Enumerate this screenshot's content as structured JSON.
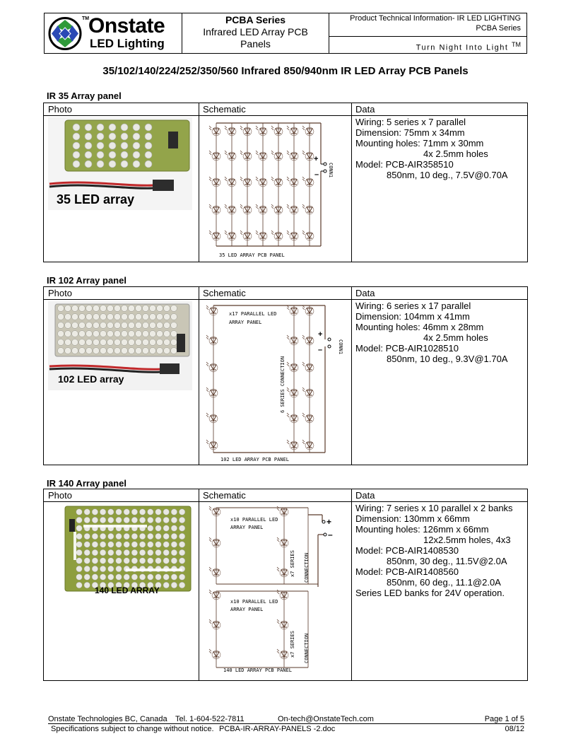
{
  "header": {
    "brand_name": "Onstate",
    "brand_sub": "LED Lighting",
    "tm": "TM",
    "series_title": "PCBA Series",
    "series_sub_1": "Infrared LED Array PCB",
    "series_sub_2": "Panels",
    "info_line_1": "Product Technical Information- IR LED LIGHTING",
    "info_line_2": "PCBA Series",
    "tagline": "Turn Night Into Light",
    "tagline_tm": "TM"
  },
  "main_title": "35/102/140/224/252/350/560 Infrared 850/940nm IR LED Array PCB Panels",
  "columns": {
    "photo": "Photo",
    "schematic": "Schematic",
    "data": "Data"
  },
  "sections": [
    {
      "title": "IR 35 Array panel",
      "photo_label": "35 LED array",
      "schematic_caption": "35 LED ARRAY PCB PANEL",
      "schematic_conn": "CONN1",
      "data": [
        "Wiring: 5 series x 7 parallel",
        "Dimension: 75mm x 34mm",
        "Mounting holes: 71mm x 30mm",
        "4x 2.5mm holes",
        "Model: PCB-AIR358510",
        "850nm, 10 deg., 7.5V@0.70A"
      ]
    },
    {
      "title": "IR 102 Array panel",
      "photo_label": "102 LED array",
      "schematic_caption": "102 LED ARRAY PCB PANEL",
      "schematic_note_1": "x17 PARALLEL LED",
      "schematic_note_2": "ARRAY PANEL",
      "schematic_series": "6 SERIES CONNECTION",
      "schematic_conn": "CONN1",
      "data": [
        "Wiring: 6 series x 17 parallel",
        "Dimension: 104mm x 41mm",
        "Mounting holes: 46mm x 28mm",
        "4x 2.5mm holes",
        "Model: PCB-AIR1028510",
        "850nm, 10 deg., 9.3V@1.70A"
      ]
    },
    {
      "title": "IR 140 Array panel",
      "photo_label": "140 LED ARRAY",
      "schematic_caption": "140 LED ARRAY PCB PANEL",
      "schematic_note_1": "x10 PARALLEL LED",
      "schematic_note_2": "ARRAY PANEL",
      "schematic_series": "x7 SERIES",
      "schematic_connection": "CONNECTION",
      "data": [
        "Wiring: 7 series x 10 parallel x 2 banks",
        "Dimension: 130mm x 66mm",
        "Mounting holes: 126mm x 66mm",
        "12x2.5mm holes, 4x3",
        "Model: PCB-AIR1408530",
        "850nm, 30 deg., 11.5V@2.0A",
        "Model: PCB-AIR1408560",
        "850nm, 60 deg., 11.1@2.0A",
        "Series LED banks for 24V operation."
      ]
    }
  ],
  "footer": {
    "company": "Onstate Technologies BC, Canada",
    "tel": "Tel. 1-604-522-7811",
    "email": "On-tech@OnstateTech.com",
    "page": "Page 1 of 5",
    "notice": "Specifications subject to change without notice.",
    "doc": "PCBA-IR-ARRAY-PANELS -2.doc",
    "date": "08/12"
  },
  "colors": {
    "pcb_green": "#8a9a3c",
    "wire_red": "#c0282a",
    "schematic_line": "#5a3a2a",
    "logo_blue": "#2b49b5",
    "logo_green": "#2f9a3a"
  }
}
